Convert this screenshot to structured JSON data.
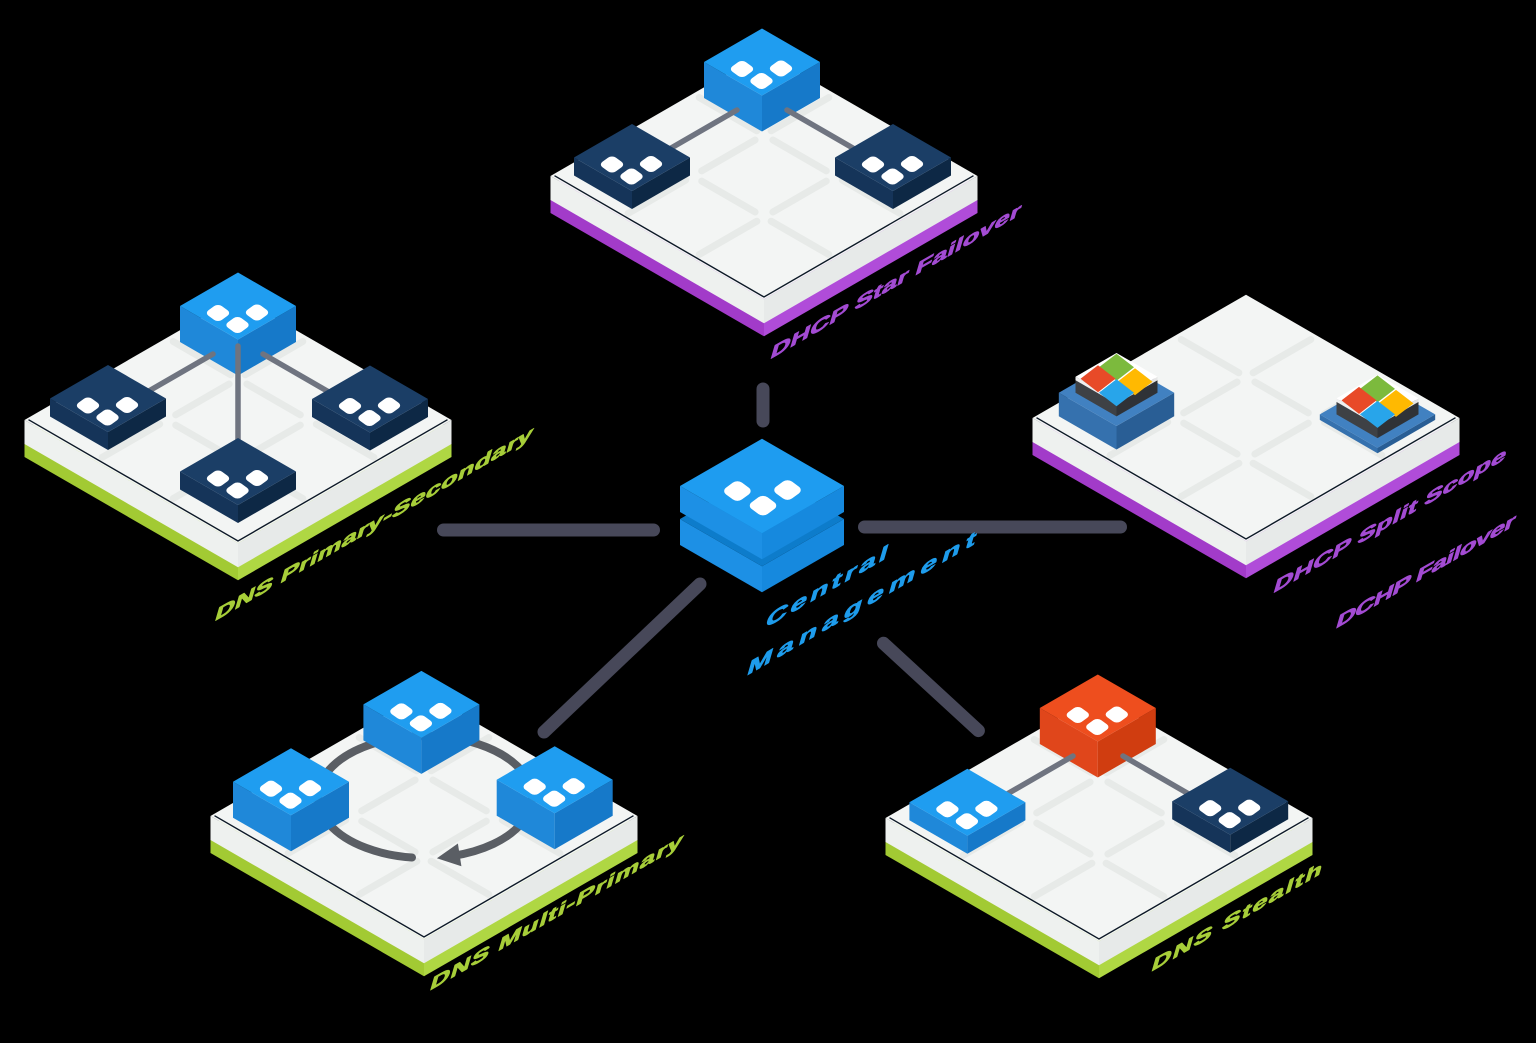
{
  "diagram": {
    "background": "#000000"
  },
  "colors": {
    "azure-top": "#1F9DF0",
    "azure-left": "#1F88D9",
    "azure-right": "#1679C9",
    "central-top": "#1E9CF0",
    "central-left": "#1D90E5",
    "central-right": "#1689DE",
    "central-div": "#0D7CCB",
    "navy-top": "#1B3E66",
    "navy-left": "#153459",
    "navy-right": "#0D2845",
    "orange-top": "#EE4E1E",
    "orange-left": "#E0461B",
    "orange-right": "#D03D10",
    "steel-top": "#4181C1",
    "steel-left": "#3571AE",
    "steel-right": "#295E95",
    "char-top": "#4A4D52",
    "char-left": "#3E4145",
    "char-right": "#2F3237",
    "ms-green": "#7CBA3D",
    "ms-red": "#E84A28",
    "ms-yellow": "#FFB901",
    "ms-blue": "#28A5EA",
    "plat-top": "#F3F5F4",
    "plat-left": "#EEF1EF",
    "plat-right": "#E7EAE9",
    "plat-grid": "#E7EAE8",
    "plat-outline": "#0C1826",
    "rim-purple-l": "#A23BC9",
    "rim-purple-r": "#B04CD9",
    "rim-green-l": "#A2CA33",
    "rim-green-r": "#AFD743",
    "label-purple": "#A34BD3",
    "label-green": "#A7CE39",
    "label-azure": "#1E9CEC",
    "thin-line": "#6F7480",
    "hub-line": "#474859",
    "arrow": "#5A5E64"
  },
  "center": {
    "label_line1": "Central",
    "label_line2": "Management"
  },
  "platforms": [
    {
      "id": "dhcp-star-failover",
      "label": "DHCP Star Failover",
      "accent": "#A34BD3"
    },
    {
      "id": "dns-primary-secondary",
      "label": "DNS Primary-Secondary",
      "accent": "#A7CE39"
    },
    {
      "id": "dhcp-split-scope",
      "label_line1": "DHCP Split Scope",
      "label_line2": "DCHP Failover",
      "accent": "#A34BD3"
    },
    {
      "id": "dns-multi-primary",
      "label": "DNS Multi-Primary",
      "accent": "#A7CE39"
    },
    {
      "id": "dns-stealth",
      "label": "DNS Stealth",
      "accent": "#A7CE39"
    }
  ]
}
